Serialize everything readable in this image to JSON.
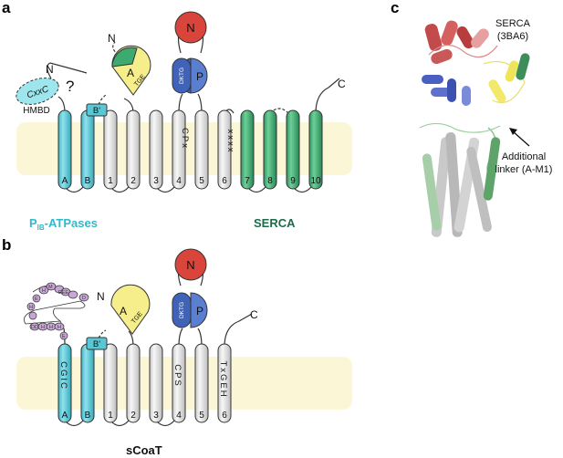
{
  "panels": {
    "a": {
      "label": "a",
      "helix_labels": [
        "A",
        "B",
        "1",
        "2",
        "3",
        "4",
        "5",
        "6",
        "7",
        "8",
        "9",
        "10"
      ],
      "motif_h4": "CPx",
      "motif_h6": "xxxx",
      "n_term": "N",
      "c_term": "C",
      "cxxc": "CxxC",
      "hmbd": "HMBD",
      "question": "?",
      "b_prime": "B'",
      "a_domain": "A",
      "a_motif": "TGE",
      "p_domain": "P",
      "n_domain": "N",
      "dktg": "DKTG",
      "family_pib_main": "P",
      "family_pib_sub": "IB",
      "family_pib_suffix": "-ATPases",
      "family_serca": "SERCA"
    },
    "b": {
      "label": "b",
      "helix_labels": [
        "A",
        "B",
        "1",
        "2",
        "3",
        "4",
        "5",
        "6"
      ],
      "motif_hA": "CGIC",
      "motif_h4": "CPS",
      "motif_h6": "TxGEH",
      "n_term": "N",
      "c_term": "C",
      "b_prime": "B'",
      "a_domain": "A",
      "a_motif": "TGE",
      "p_domain": "P",
      "n_domain": "N",
      "dktg": "DKTG",
      "beads_top": [
        "H",
        "M",
        "EEE",
        "D"
      ],
      "beads_bottom": [
        "DD",
        "H",
        "H",
        "H"
      ],
      "beads_side": [
        "E",
        "H",
        "E"
      ],
      "protein": "sCoaT"
    },
    "c": {
      "label": "c",
      "title": "SERCA",
      "pdb": "(3BA6)",
      "linker_line1": "Additional",
      "linker_line2": "linker (A-M1)"
    }
  },
  "colors": {
    "membrane": "#fbf6d6",
    "cyan": "#59c8d6",
    "green": "#3dab6f",
    "gray_helix": "#e9e9e9",
    "n_domain": "#d9453a",
    "p_domain": "#5b7fd0",
    "a_domain": "#f5ee8a",
    "hmbd": "#9de6ee",
    "beads": "#c9a6d8",
    "pib_text": "#2fb9cc",
    "serca_text": "#1f6a48"
  }
}
